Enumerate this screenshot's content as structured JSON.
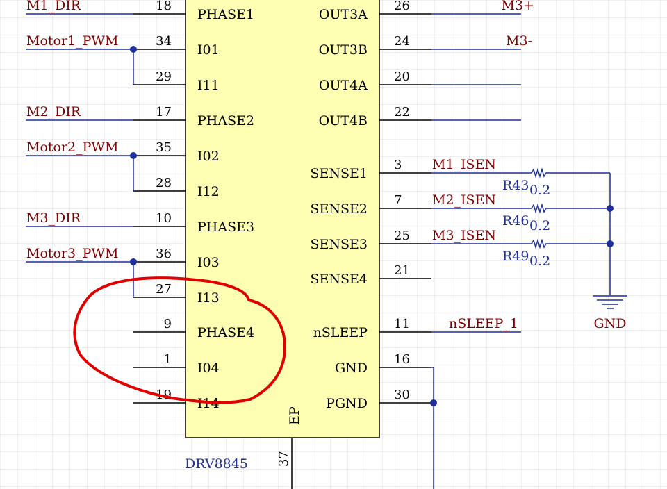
{
  "component": {
    "designator": "DRV8845",
    "ep_label": "EP",
    "left_pins": [
      {
        "num": "18",
        "name": "PHASE1"
      },
      {
        "num": "34",
        "name": "I01"
      },
      {
        "num": "29",
        "name": "I11"
      },
      {
        "num": "17",
        "name": "PHASE2"
      },
      {
        "num": "35",
        "name": "I02"
      },
      {
        "num": "28",
        "name": "I12"
      },
      {
        "num": "10",
        "name": "PHASE3"
      },
      {
        "num": "36",
        "name": "I03"
      },
      {
        "num": "27",
        "name": "I13"
      },
      {
        "num": "9",
        "name": "PHASE4"
      },
      {
        "num": "1",
        "name": "I04"
      },
      {
        "num": "19",
        "name": "I14"
      }
    ],
    "right_pins": [
      {
        "num": "26",
        "name": "OUT3A"
      },
      {
        "num": "24",
        "name": "OUT3B"
      },
      {
        "num": "20",
        "name": "OUT4A"
      },
      {
        "num": "22",
        "name": "OUT4B"
      },
      {
        "num": "3",
        "name": "SENSE1"
      },
      {
        "num": "7",
        "name": "SENSE2"
      },
      {
        "num": "25",
        "name": "SENSE3"
      },
      {
        "num": "21",
        "name": "SENSE4"
      },
      {
        "num": "11",
        "name": "nSLEEP"
      },
      {
        "num": "16",
        "name": "GND"
      },
      {
        "num": "30",
        "name": "PGND"
      }
    ],
    "bottom_pin": {
      "num": "37"
    }
  },
  "left_nets": [
    "M1_DIR",
    "Motor1_PWM",
    "M2_DIR",
    "Motor2_PWM",
    "M3_DIR",
    "Motor3_PWM"
  ],
  "right_nets": [
    "M3+",
    "M3-",
    "M1_ISEN",
    "M2_ISEN",
    "M3_ISEN",
    "nSLEEP_1"
  ],
  "resistors": [
    {
      "ref": "R43",
      "value": "0.2"
    },
    {
      "ref": "R46",
      "value": "0.2"
    },
    {
      "ref": "R49",
      "value": "0.2"
    }
  ],
  "gnd_label": "GND",
  "colors": {
    "body": "#ffffb4",
    "wire": "#1f2f9a",
    "net_label": "#800000",
    "annotation": "#e00000",
    "grid": "#e8e8e8"
  }
}
